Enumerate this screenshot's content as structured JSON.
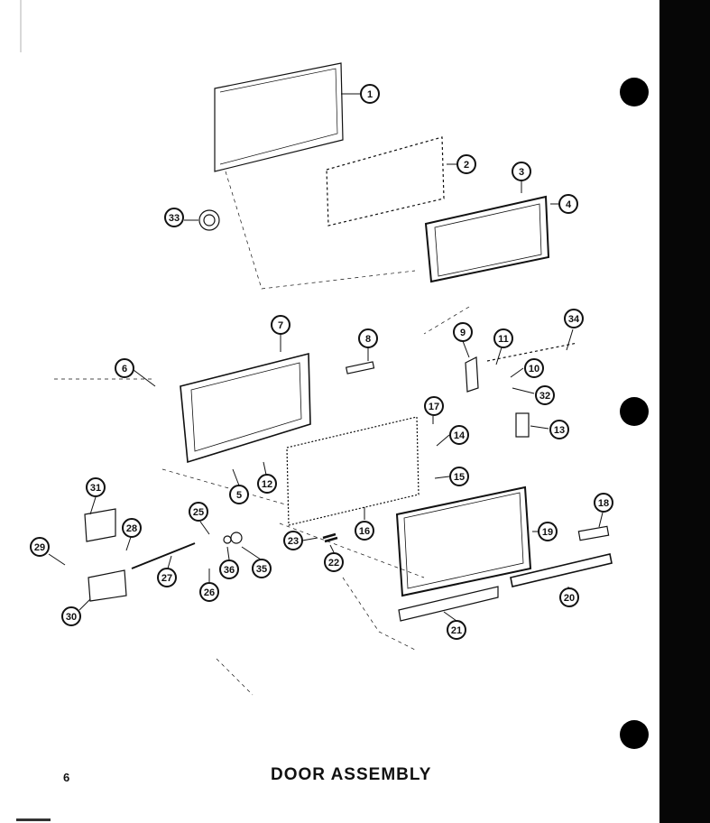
{
  "page": {
    "number": "6",
    "title": "DOOR ASSEMBLY"
  },
  "callouts": [
    "1",
    "2",
    "3",
    "4",
    "5",
    "6",
    "7",
    "8",
    "9",
    "10",
    "11",
    "12",
    "13",
    "14",
    "15",
    "16",
    "17",
    "18",
    "19",
    "20",
    "21",
    "22",
    "23",
    "25",
    "26",
    "27",
    "28",
    "29",
    "30",
    "31",
    "32",
    "33",
    "34",
    "35",
    "36"
  ],
  "colors": {
    "ink": "#111111",
    "paper": "#ffffff",
    "binding": "#060606"
  }
}
